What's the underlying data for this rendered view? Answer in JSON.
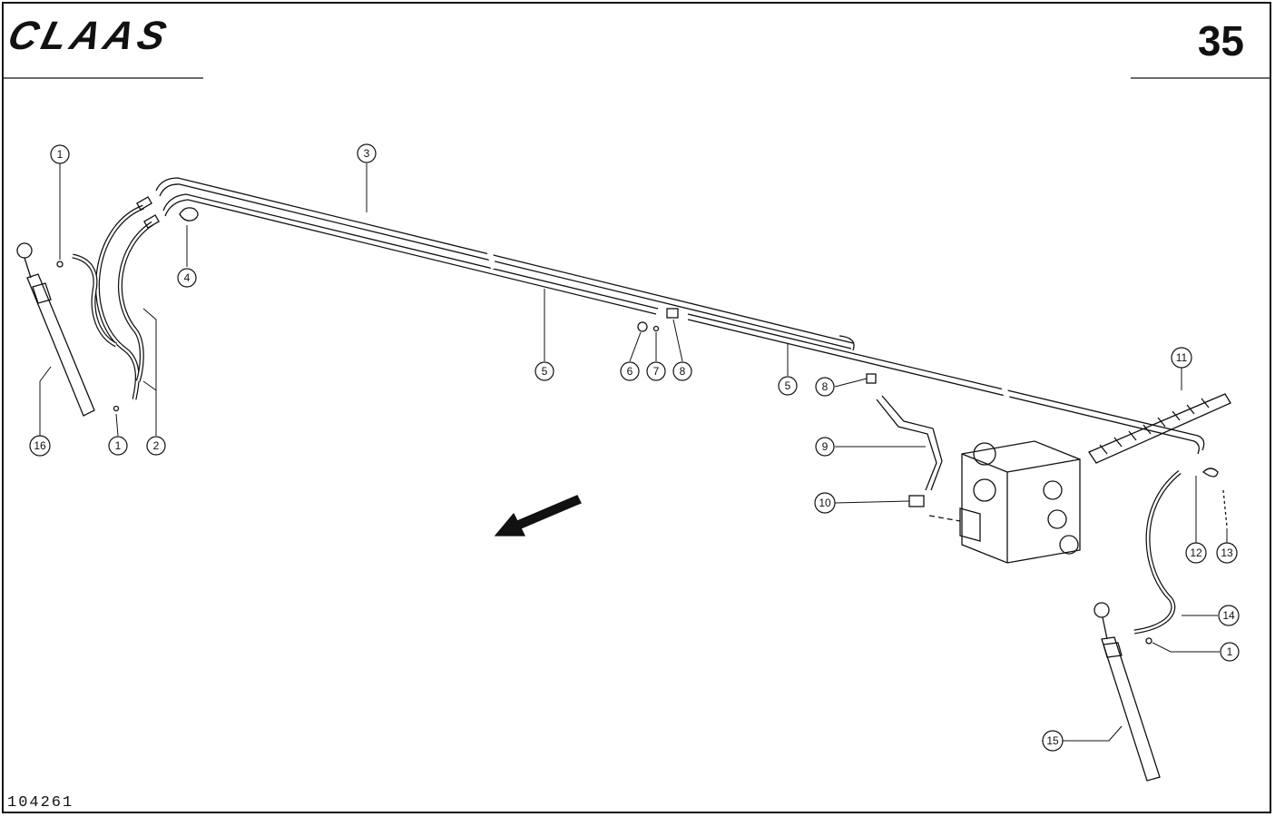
{
  "header": {
    "brand": "CLAAS",
    "page_number": "35"
  },
  "footer": {
    "reference_number": "104261"
  },
  "callouts": [
    "1",
    "3",
    "4",
    "2",
    "1",
    "16",
    "5",
    "6",
    "7",
    "8",
    "5",
    "8",
    "9",
    "10",
    "11",
    "12",
    "13",
    "14",
    "1",
    "15"
  ],
  "colors": {
    "ink": "#111111",
    "paper": "#ffffff"
  }
}
